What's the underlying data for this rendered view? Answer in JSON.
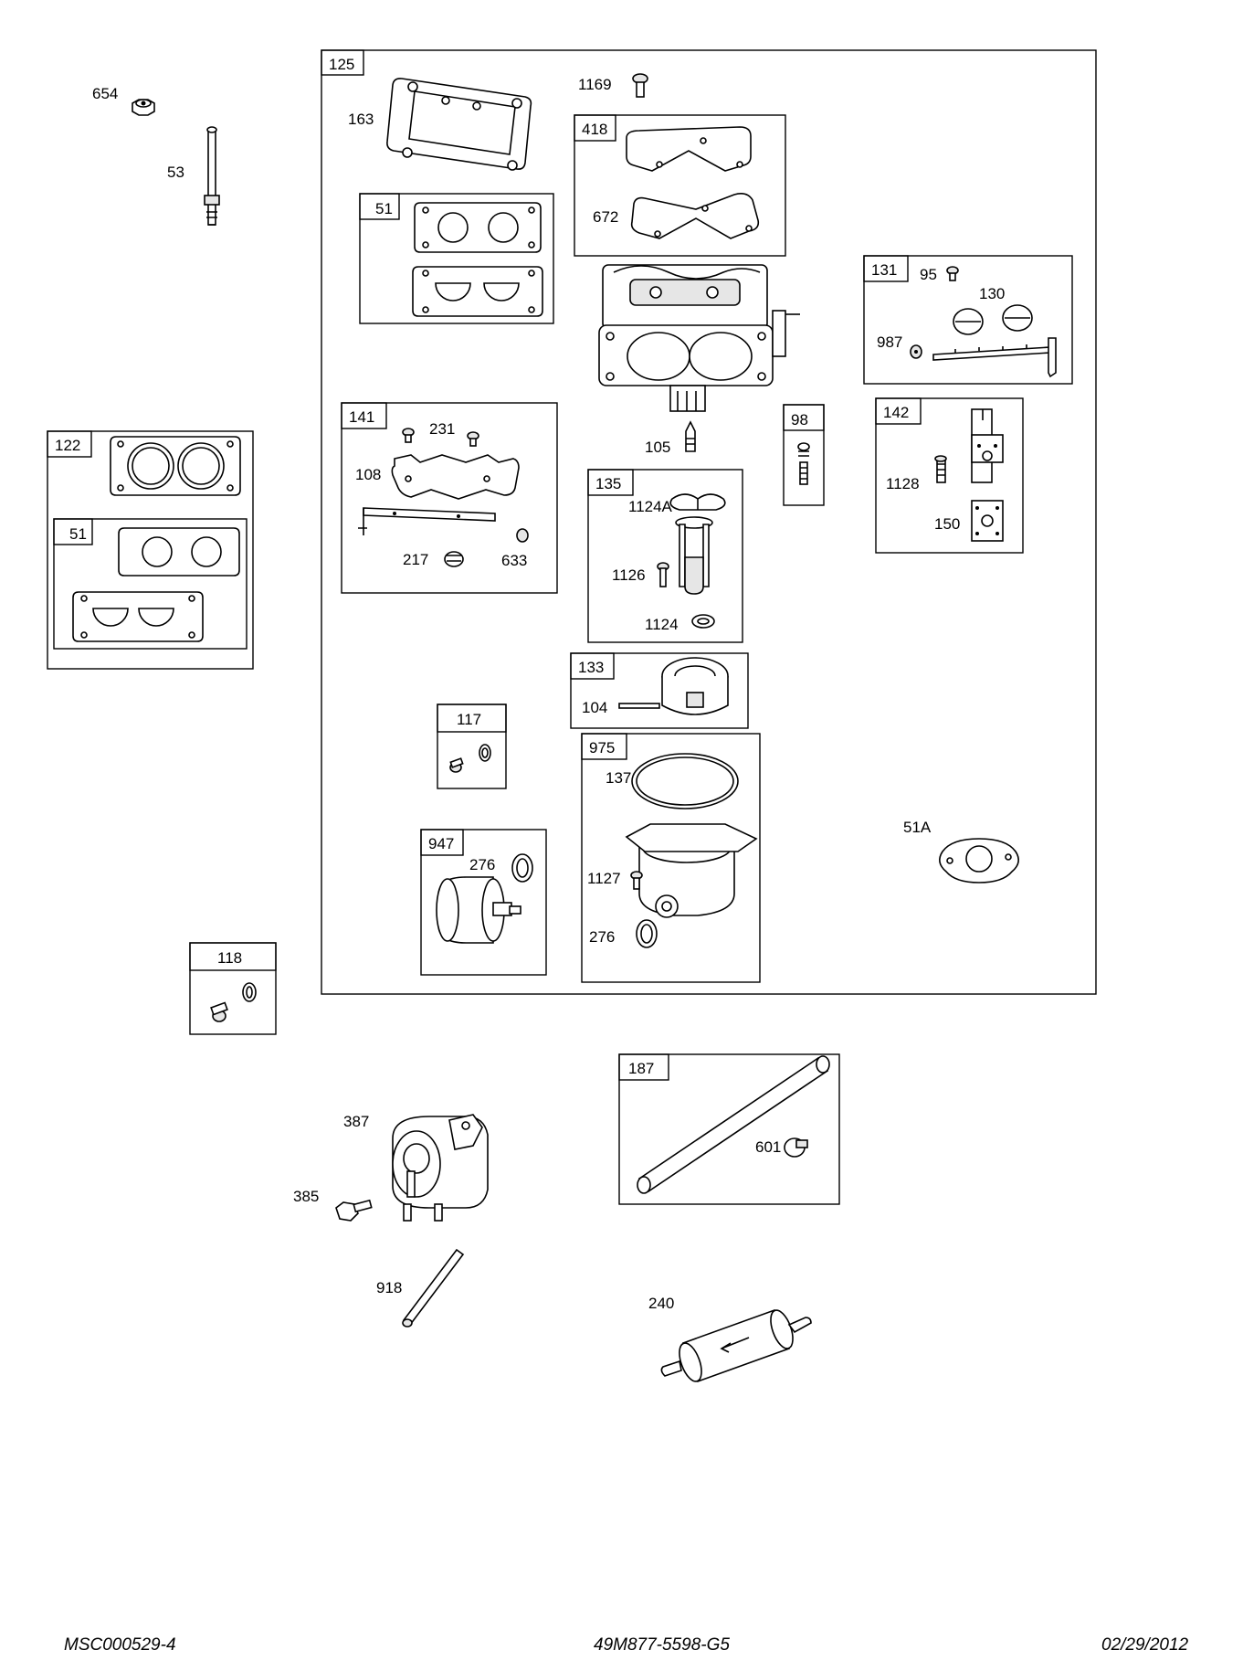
{
  "boxes": {
    "b125": "125",
    "b418": "418",
    "b51a": "51",
    "b131": "131",
    "b141": "141",
    "b98": "98",
    "b142": "142",
    "b135": "135",
    "b122": "122",
    "b51b": "51",
    "b133": "133",
    "b117": "117",
    "b975": "975",
    "b947": "947",
    "b118": "118",
    "b187": "187"
  },
  "parts": {
    "p654": "654",
    "p53": "53",
    "p163": "163",
    "p1169": "1169",
    "p672": "672",
    "p95": "95",
    "p130": "130",
    "p987": "987",
    "p231": "231",
    "p108": "108",
    "p217": "217",
    "p633": "633",
    "p105": "105",
    "p1124A": "1124A",
    "p1126": "1126",
    "p1124": "1124",
    "p1128": "1128",
    "p150": "150",
    "p104": "104",
    "p137": "137",
    "p1127": "1127",
    "p276a": "276",
    "p276b": "276",
    "p51A": "51A",
    "p387": "387",
    "p385": "385",
    "p601": "601",
    "p918": "918",
    "p240": "240"
  },
  "footer": {
    "left": "MSC000529-4",
    "center": "49M877-5598-G5",
    "right": "02/29/2012"
  }
}
